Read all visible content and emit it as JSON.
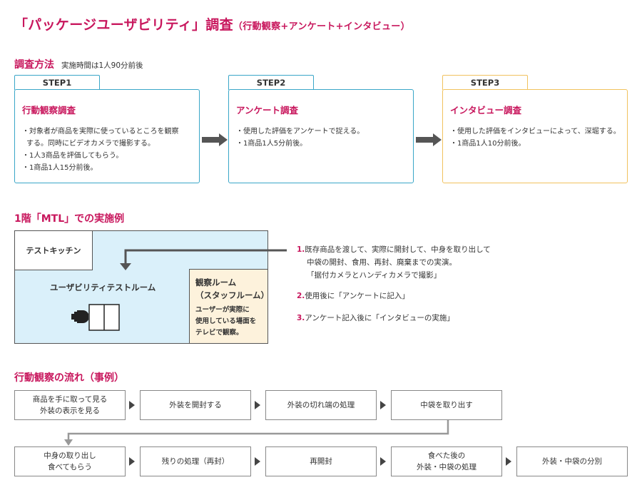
{
  "title": {
    "main": "「パッケージユーザビリティ」調査",
    "sub": "（行動観察+アンケート+インタビュー）"
  },
  "method": {
    "heading": "調査方法",
    "note": "実施時間は1人90分前後",
    "steps": [
      {
        "tab": "STEP1",
        "name": "行動観察調査",
        "lines": [
          "・対象者が商品を実際に使っているところを観察",
          "する。同時にビデオカメラで撮影する。",
          "・1人3商品を評価してもらう。",
          "・1商品1人15分前後。"
        ]
      },
      {
        "tab": "STEP2",
        "name": "アンケート調査",
        "lines": [
          "・使用した評価をアンケートで捉える。",
          "・1商品1人5分前後。"
        ]
      },
      {
        "tab": "STEP3",
        "name": "インタビュー調査",
        "lines": [
          "・使用した評価をインタビューによって、深堀する。",
          "・1商品1人10分前後。"
        ]
      }
    ],
    "colors": {
      "step1": "#3aa6c8",
      "step2": "#3aa6c8",
      "step3": "#f1c25e",
      "accent": "#c8175d"
    }
  },
  "example": {
    "heading": "1階「MTL」での実施例",
    "kitchen": "テストキッチン",
    "room": "ユーザビリティテストルーム",
    "staff_title1": "観察ルーム",
    "staff_title2": "（スタッフルーム）",
    "staff_desc": [
      "ユーザーが実際に",
      "使用している場面を",
      "テレビで観察。"
    ],
    "notes": [
      {
        "num": "1.",
        "lines": [
          "既存商品を渡して、実際に開封して、中身を取り出して",
          "中袋の開封、食用、再封、廃棄までの実演。",
          "「据付カメラとハンディカメラで撮影」"
        ]
      },
      {
        "num": "2.",
        "lines": [
          "使用後に「アンケートに記入」"
        ]
      },
      {
        "num": "3.",
        "lines": [
          "アンケート記入後に「インタビューの実施」"
        ]
      }
    ]
  },
  "flow": {
    "heading": "行動観察の流れ（事例）",
    "row1": [
      [
        "商品を手に取って見る",
        "外装の表示を見る"
      ],
      [
        "外装を開封する"
      ],
      [
        "外装の切れ端の処理"
      ],
      [
        "中袋を取り出す"
      ]
    ],
    "row2": [
      [
        "中身の取り出し",
        "食べてもらう"
      ],
      [
        "残りの処理（再封）"
      ],
      [
        "再開封"
      ],
      [
        "食べた後の",
        "外装・中袋の処理"
      ],
      [
        "外装・中袋の分別"
      ]
    ]
  }
}
